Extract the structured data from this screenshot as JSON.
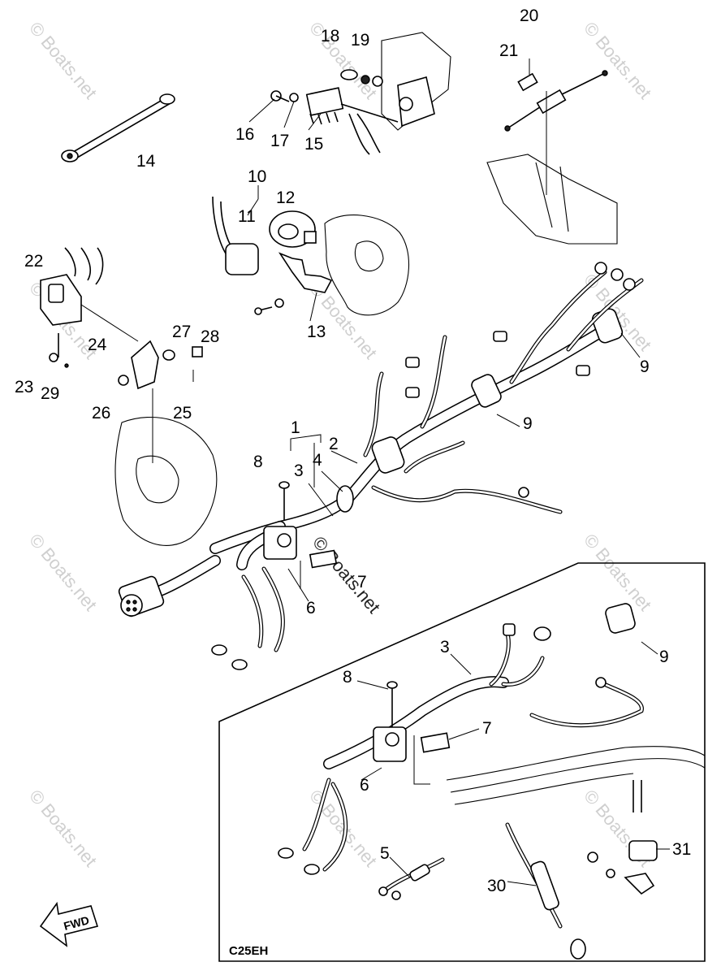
{
  "diagram": {
    "watermark": "© Boats.net",
    "inset_code": "C25EH",
    "direction_label": "FWD",
    "parts": [
      {
        "id": "p1",
        "label": "1"
      },
      {
        "id": "p2",
        "label": "2"
      },
      {
        "id": "p3",
        "label": "3"
      },
      {
        "id": "p4",
        "label": "4"
      },
      {
        "id": "p6",
        "label": "6"
      },
      {
        "id": "p7",
        "label": "7"
      },
      {
        "id": "p8",
        "label": "8"
      },
      {
        "id": "p9a",
        "label": "9"
      },
      {
        "id": "p9b",
        "label": "9"
      },
      {
        "id": "p10",
        "label": "10"
      },
      {
        "id": "p11",
        "label": "11"
      },
      {
        "id": "p12",
        "label": "12"
      },
      {
        "id": "p13",
        "label": "13"
      },
      {
        "id": "p14",
        "label": "14"
      },
      {
        "id": "p15",
        "label": "15"
      },
      {
        "id": "p16",
        "label": "16"
      },
      {
        "id": "p17",
        "label": "17"
      },
      {
        "id": "p18",
        "label": "18"
      },
      {
        "id": "p19",
        "label": "19"
      },
      {
        "id": "p20",
        "label": "20"
      },
      {
        "id": "p21",
        "label": "21"
      },
      {
        "id": "p22",
        "label": "22"
      },
      {
        "id": "p23",
        "label": "23"
      },
      {
        "id": "p24",
        "label": "24"
      },
      {
        "id": "p25",
        "label": "25"
      },
      {
        "id": "p26",
        "label": "26"
      },
      {
        "id": "p27",
        "label": "27"
      },
      {
        "id": "p28",
        "label": "28"
      },
      {
        "id": "p29",
        "label": "29"
      }
    ],
    "inset_parts": [
      {
        "id": "i3",
        "label": "3"
      },
      {
        "id": "i5",
        "label": "5"
      },
      {
        "id": "i6",
        "label": "6"
      },
      {
        "id": "i7",
        "label": "7"
      },
      {
        "id": "i8",
        "label": "8"
      },
      {
        "id": "i9",
        "label": "9"
      },
      {
        "id": "i30",
        "label": "30"
      },
      {
        "id": "i31",
        "label": "31"
      }
    ]
  }
}
